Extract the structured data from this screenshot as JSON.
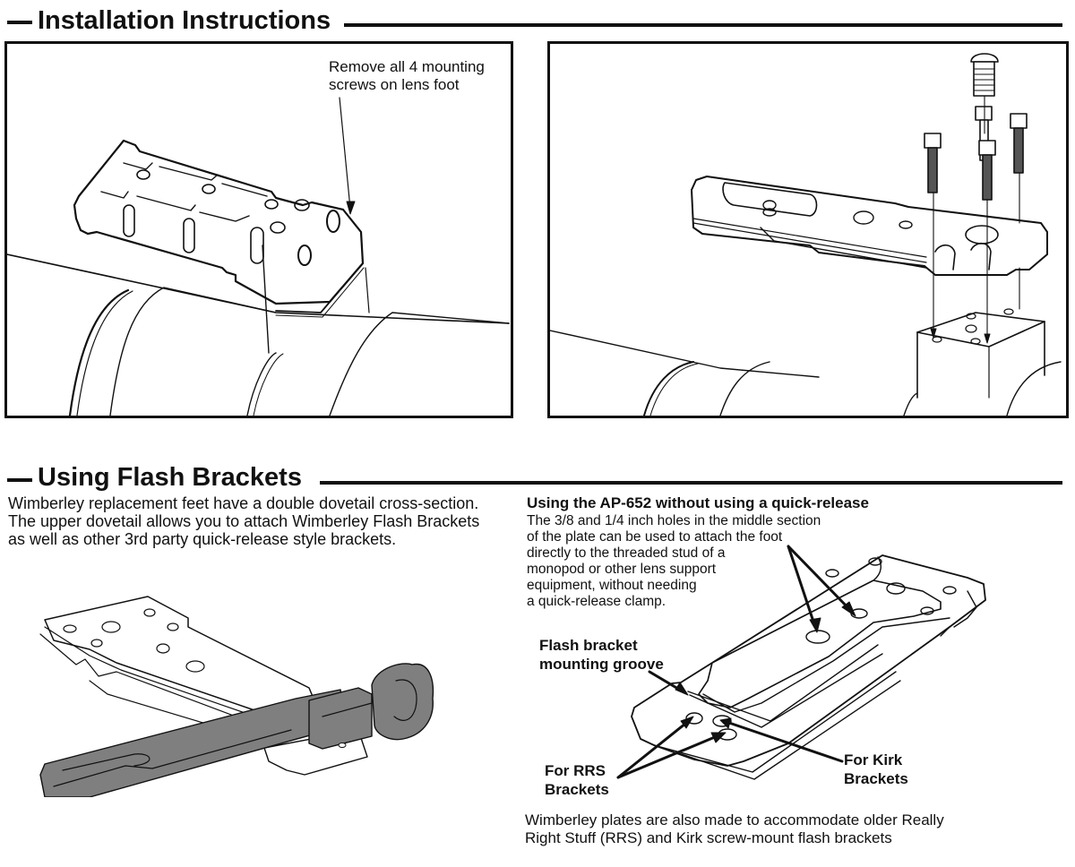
{
  "sections": {
    "installation": {
      "title": "Installation Instructions",
      "left_panel": {
        "callout_lines": [
          "Remove all 4 mounting",
          "screws on lens foot"
        ],
        "illustration": "lens-foot-with-mounting-screws"
      },
      "right_panel": {
        "illustration": "replacement-plate-exploded-view-with-screws"
      }
    },
    "flash_brackets": {
      "title": "Using Flash Brackets",
      "intro_lines": [
        "Wimberley replacement feet have a double dovetail cross-section.",
        "The upper dovetail allows you to attach Wimberley Flash Brackets",
        "as well as other 3rd party quick-release style brackets."
      ],
      "left_illustration": "plate-with-flash-bracket-attached",
      "ap652": {
        "heading": "Using the AP-652 without using a quick-release",
        "body_lines": [
          "The 3/8 and 1/4 inch holes in the middle section",
          "of the plate can be used to attach the foot",
          "directly to the threaded stud of a",
          "monopod or other lens support",
          "equipment, without needing",
          "a quick-release clamp."
        ]
      },
      "labels": {
        "groove": [
          "Flash bracket",
          "mounting groove"
        ],
        "rrs": [
          "For RRS",
          "Brackets"
        ],
        "kirk": [
          "For Kirk",
          "Brackets"
        ]
      },
      "footer_lines": [
        "Wimberley plates are also made to accommodate older Really",
        "Right Stuff (RRS) and Kirk screw-mount flash brackets"
      ]
    }
  },
  "colors": {
    "ink": "#111111",
    "bracket_gray": "#7f7f7f",
    "background": "#ffffff"
  }
}
